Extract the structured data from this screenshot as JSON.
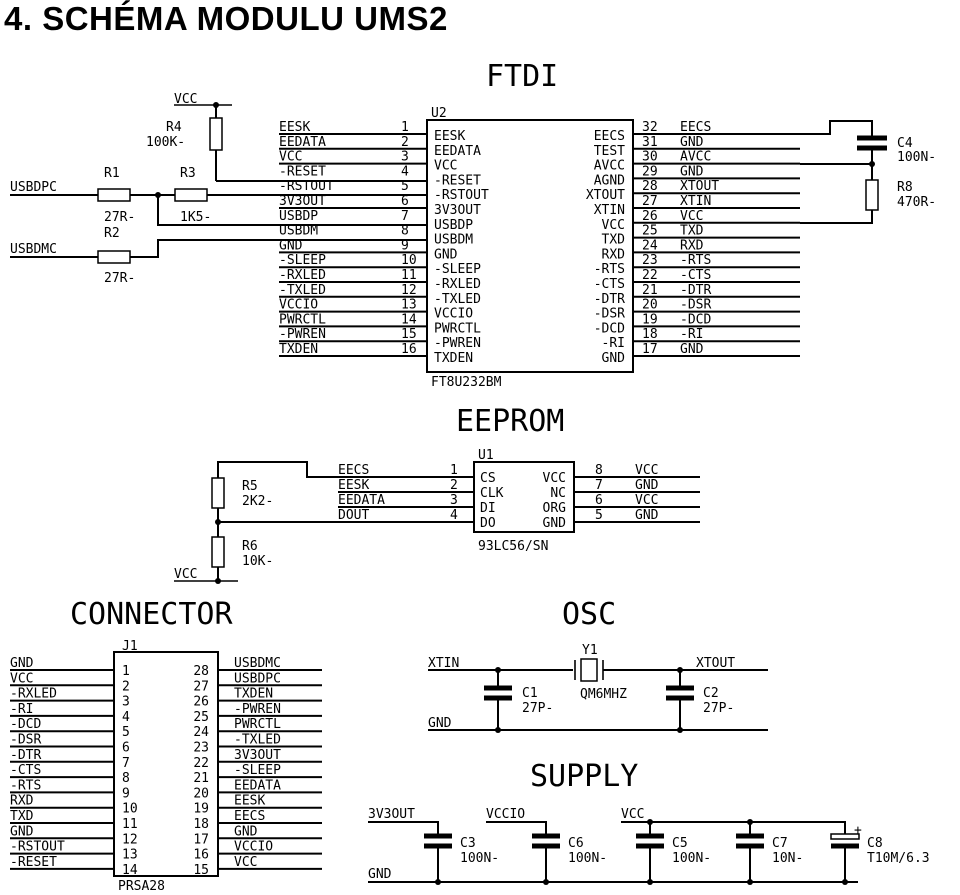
{
  "heading": "4.  SCHÉMA MODULU UMS2",
  "sections": {
    "ftdi": "FTDI",
    "eeprom": "EEPROM",
    "connector": "CONNECTOR",
    "osc": "OSC",
    "supply": "SUPPLY"
  },
  "u2": {
    "ref": "U2",
    "part": "FT8U232BM",
    "left_pins": [
      {
        "num": "1",
        "net": "EESK",
        "name": "EESK"
      },
      {
        "num": "2",
        "net": "EEDATA",
        "name": "EEDATA"
      },
      {
        "num": "3",
        "net": "VCC",
        "name": "VCC"
      },
      {
        "num": "4",
        "net": "-RESET",
        "name": "-RESET"
      },
      {
        "num": "5",
        "net": "-RSTOUT",
        "name": "-RSTOUT"
      },
      {
        "num": "6",
        "net": "3V3OUT",
        "name": "3V3OUT"
      },
      {
        "num": "7",
        "net": "USBDP",
        "name": "USBDP"
      },
      {
        "num": "8",
        "net": "USBDM",
        "name": "USBDM"
      },
      {
        "num": "9",
        "net": "GND",
        "name": "GND"
      },
      {
        "num": "10",
        "net": "-SLEEP",
        "name": "-SLEEP"
      },
      {
        "num": "11",
        "net": "-RXLED",
        "name": "-RXLED"
      },
      {
        "num": "12",
        "net": "-TXLED",
        "name": "-TXLED"
      },
      {
        "num": "13",
        "net": "VCCIO",
        "name": "VCCIO"
      },
      {
        "num": "14",
        "net": "PWRCTL",
        "name": "PWRCTL"
      },
      {
        "num": "15",
        "net": "-PWREN",
        "name": "-PWREN"
      },
      {
        "num": "16",
        "net": "TXDEN",
        "name": "TXDEN"
      }
    ],
    "right_pins": [
      {
        "num": "32",
        "net": "EECS",
        "name": "EECS"
      },
      {
        "num": "31",
        "net": "GND",
        "name": "TEST"
      },
      {
        "num": "30",
        "net": "AVCC",
        "name": "AVCC"
      },
      {
        "num": "29",
        "net": "GND",
        "name": "AGND"
      },
      {
        "num": "28",
        "net": "XTOUT",
        "name": "XTOUT"
      },
      {
        "num": "27",
        "net": "XTIN",
        "name": "XTIN"
      },
      {
        "num": "26",
        "net": "VCC",
        "name": "VCC"
      },
      {
        "num": "25",
        "net": "TXD",
        "name": "TXD"
      },
      {
        "num": "24",
        "net": "RXD",
        "name": "RXD"
      },
      {
        "num": "23",
        "net": "-RTS",
        "name": "-RTS"
      },
      {
        "num": "22",
        "net": "-CTS",
        "name": "-CTS"
      },
      {
        "num": "21",
        "net": "-DTR",
        "name": "-DTR"
      },
      {
        "num": "20",
        "net": "-DSR",
        "name": "-DSR"
      },
      {
        "num": "19",
        "net": "-DCD",
        "name": "-DCD"
      },
      {
        "num": "18",
        "net": "-RI",
        "name": "-RI"
      },
      {
        "num": "17",
        "net": "GND",
        "name": "GND"
      }
    ]
  },
  "ftdi_parts": {
    "vcc": "VCC",
    "r4_ref": "R4",
    "r4_val": "100K-",
    "r1_ref": "R1",
    "r1_val": "27R-",
    "r3_ref": "R3",
    "r3_val": "1K5-",
    "r2_ref": "R2",
    "r2_val": "27R-",
    "usbdpc": "USBDPC",
    "usbdmc": "USBDMC",
    "c4_ref": "C4",
    "c4_val": "100N-",
    "r8_ref": "R8",
    "r8_val": "470R-"
  },
  "u1": {
    "ref": "U1",
    "part": "93LC56/SN",
    "left_pins": [
      {
        "num": "1",
        "net": "EECS",
        "name": "CS"
      },
      {
        "num": "2",
        "net": "EESK",
        "name": "CLK"
      },
      {
        "num": "3",
        "net": "EEDATA",
        "name": "DI"
      },
      {
        "num": "4",
        "net": "DOUT",
        "name": "DO"
      }
    ],
    "right_pins": [
      {
        "num": "8",
        "net": "VCC",
        "name": "VCC"
      },
      {
        "num": "7",
        "net": "GND",
        "name": "NC"
      },
      {
        "num": "6",
        "net": "VCC",
        "name": "ORG"
      },
      {
        "num": "5",
        "net": "GND",
        "name": "GND"
      }
    ],
    "r5_ref": "R5",
    "r5_val": "2K2-",
    "r6_ref": "R6",
    "r6_val": "10K-",
    "vcc": "VCC"
  },
  "j1": {
    "ref": "J1",
    "part": "PRSA28",
    "left_pins": [
      {
        "num": "1",
        "net": "GND"
      },
      {
        "num": "2",
        "net": "VCC"
      },
      {
        "num": "3",
        "net": "-RXLED"
      },
      {
        "num": "4",
        "net": "-RI"
      },
      {
        "num": "5",
        "net": "-DCD"
      },
      {
        "num": "6",
        "net": "-DSR"
      },
      {
        "num": "7",
        "net": "-DTR"
      },
      {
        "num": "8",
        "net": "-CTS"
      },
      {
        "num": "9",
        "net": "-RTS"
      },
      {
        "num": "10",
        "net": "RXD"
      },
      {
        "num": "11",
        "net": "TXD"
      },
      {
        "num": "12",
        "net": "GND"
      },
      {
        "num": "13",
        "net": "-RSTOUT"
      },
      {
        "num": "14",
        "net": "-RESET"
      }
    ],
    "right_pins": [
      {
        "num": "28",
        "net": "USBDMC"
      },
      {
        "num": "27",
        "net": "USBDPC"
      },
      {
        "num": "26",
        "net": "TXDEN"
      },
      {
        "num": "25",
        "net": "-PWREN"
      },
      {
        "num": "24",
        "net": "PWRCTL"
      },
      {
        "num": "23",
        "net": "-TXLED"
      },
      {
        "num": "22",
        "net": "3V3OUT"
      },
      {
        "num": "21",
        "net": "-SLEEP"
      },
      {
        "num": "20",
        "net": "EEDATA"
      },
      {
        "num": "19",
        "net": "EESK"
      },
      {
        "num": "18",
        "net": "EECS"
      },
      {
        "num": "17",
        "net": "GND"
      },
      {
        "num": "16",
        "net": "VCCIO"
      },
      {
        "num": "15",
        "net": "VCC"
      }
    ]
  },
  "osc": {
    "xtin": "XTIN",
    "xtout": "XTOUT",
    "gnd": "GND",
    "y1_ref": "Y1",
    "y1_val": "QM6MHZ",
    "c1_ref": "C1",
    "c1_val": "27P-",
    "c2_ref": "C2",
    "c2_val": "27P-"
  },
  "supply": {
    "n3v3": "3V3OUT",
    "vccio": "VCCIO",
    "vcc": "VCC",
    "gnd": "GND",
    "plus": "+",
    "caps": [
      {
        "ref": "C3",
        "val": "100N-"
      },
      {
        "ref": "C6",
        "val": "100N-"
      },
      {
        "ref": "C5",
        "val": "100N-"
      },
      {
        "ref": "C7",
        "val": "10N-"
      },
      {
        "ref": "C8",
        "val": "T10M/6.3"
      }
    ]
  }
}
